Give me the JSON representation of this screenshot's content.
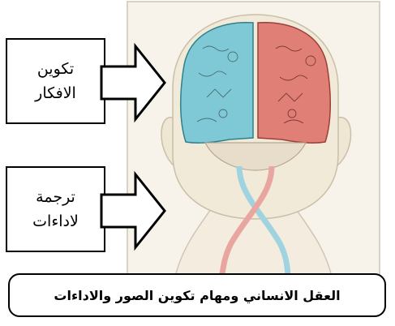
{
  "labels": {
    "ideas": {
      "line1": "تكوين",
      "line2": "الافكار"
    },
    "actions": {
      "line1": "ترجمة",
      "line2": "لاداءات"
    }
  },
  "caption": {
    "text": "العقل  الانساني ومهام تكوين الصور والاداءات"
  },
  "colors": {
    "left_hemisphere": "#7fc9d6",
    "right_hemisphere": "#e07f76",
    "skin": "#f1ead8",
    "outline": "#000000"
  }
}
